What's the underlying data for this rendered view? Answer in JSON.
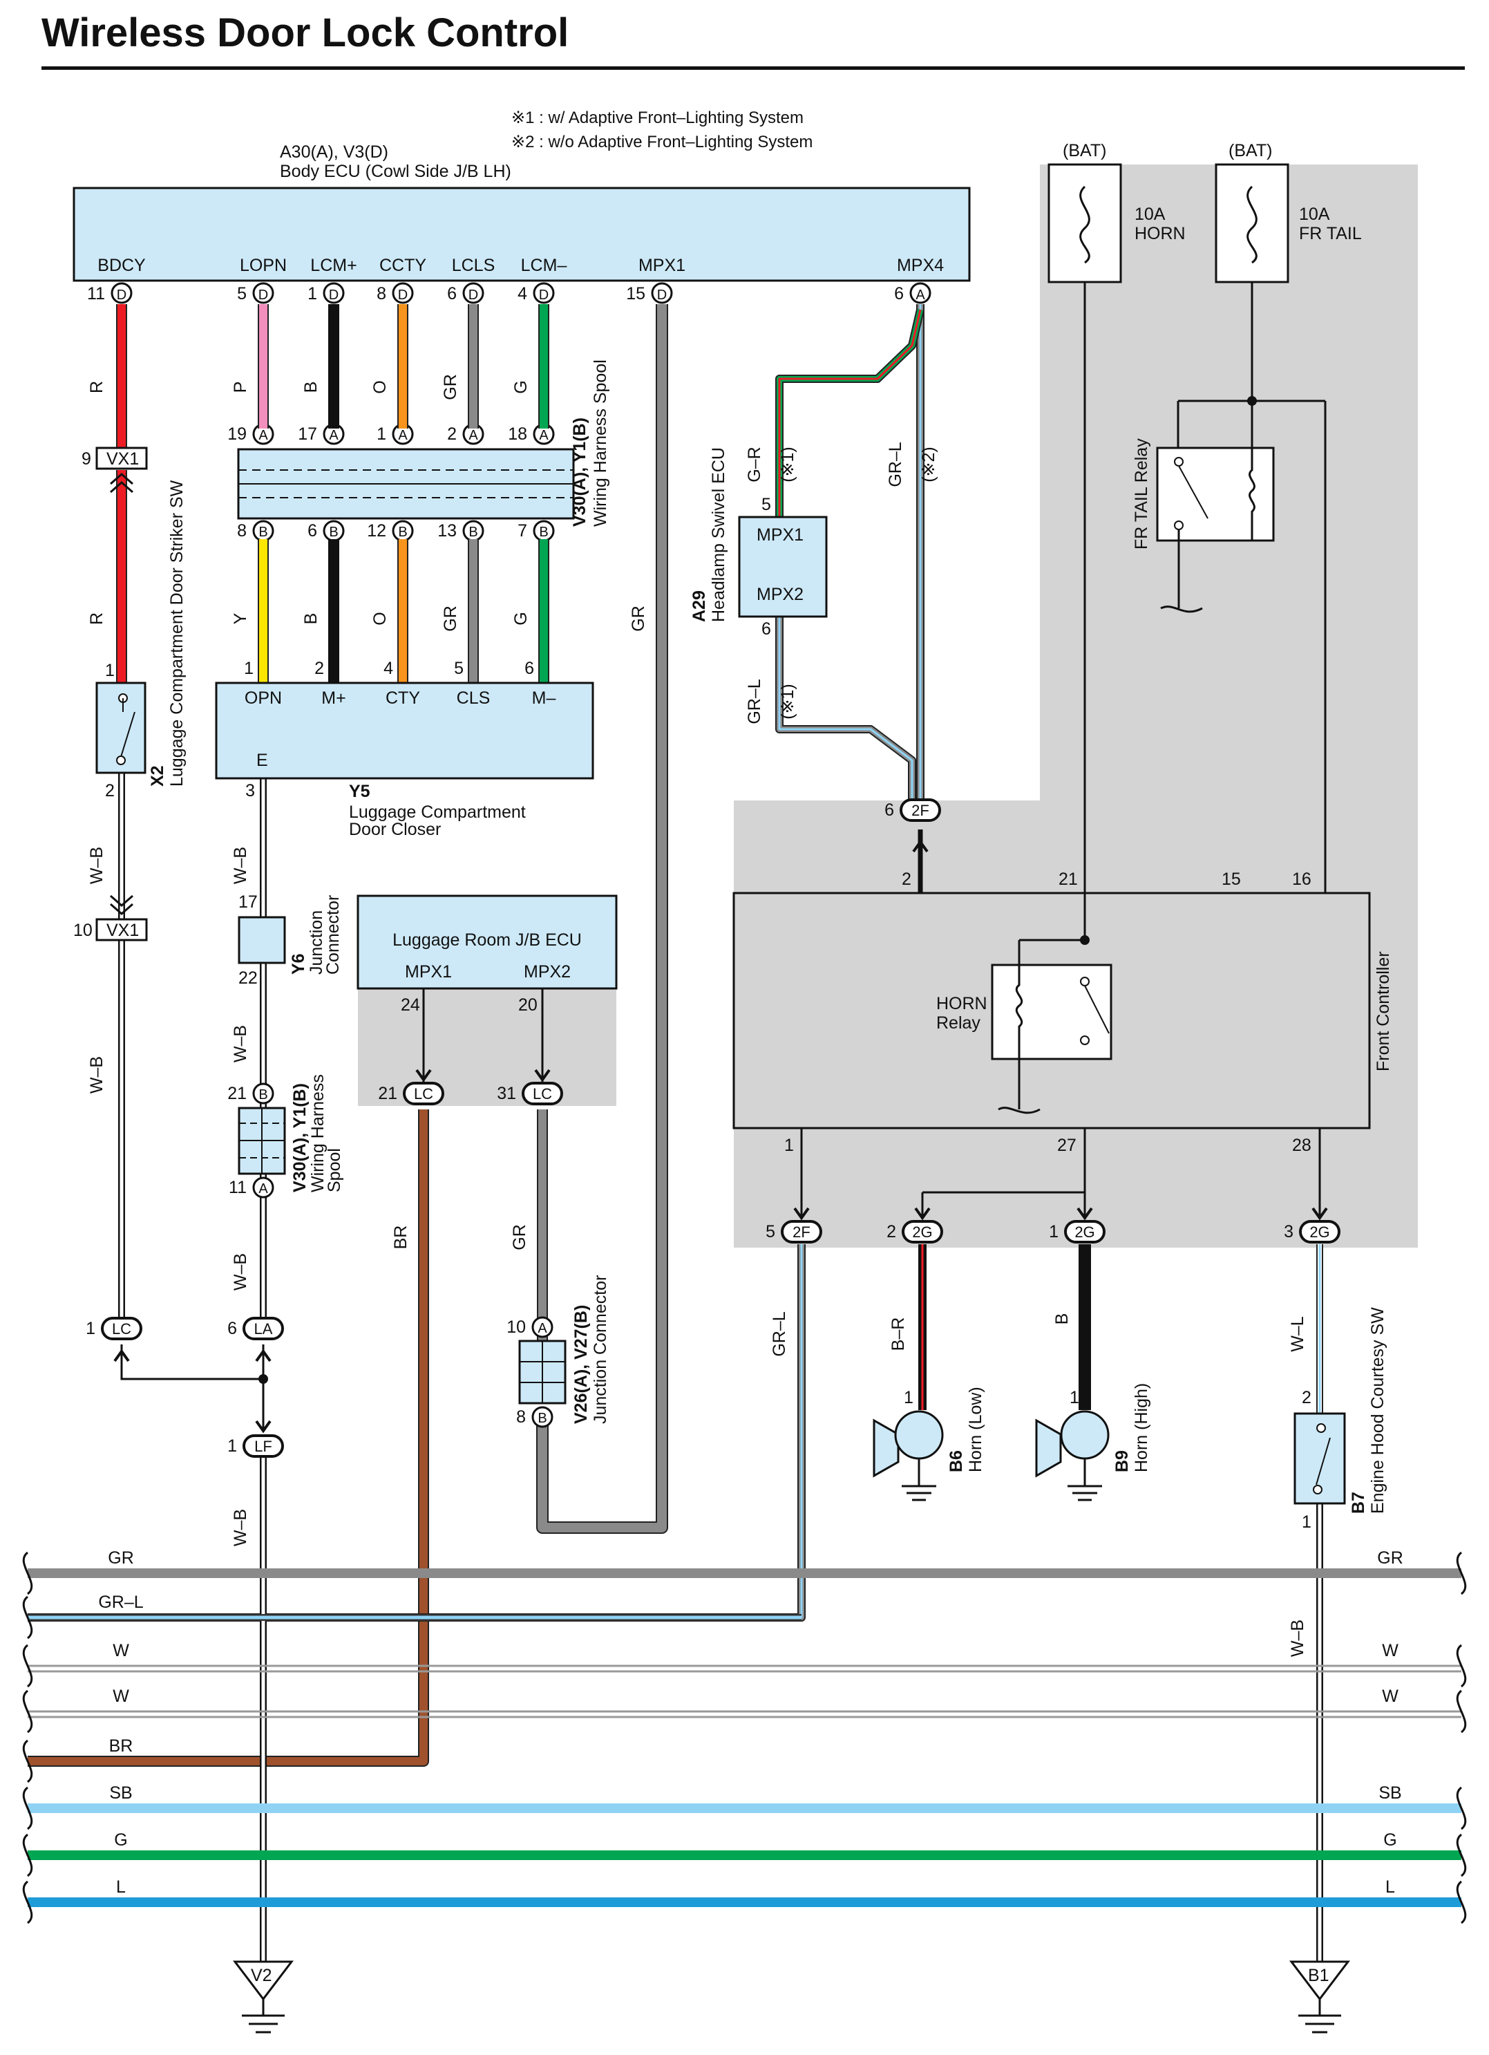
{
  "title": "Wireless Door Lock Control",
  "notes": [
    "※1 : w/ Adaptive Front–Lighting System",
    "※2 : w/o Adaptive Front–Lighting System"
  ],
  "components": {
    "body_ecu": {
      "code": "A30(A), V3(D)",
      "name": "Body ECU (Cowl Side J/B LH)",
      "pins": [
        {
          "label": "BDCY",
          "num": "11",
          "conn": "D"
        },
        {
          "label": "LOPN",
          "num": "5",
          "conn": "D"
        },
        {
          "label": "LCM+",
          "num": "1",
          "conn": "D"
        },
        {
          "label": "CCTY",
          "num": "8",
          "conn": "D"
        },
        {
          "label": "LCLS",
          "num": "6",
          "conn": "D"
        },
        {
          "label": "LCM–",
          "num": "4",
          "conn": "D"
        },
        {
          "label": "MPX1",
          "num": "15",
          "conn": "D"
        },
        {
          "label": "MPX4",
          "num": "6",
          "conn": "A"
        }
      ]
    },
    "spool_upper": {
      "code": "V30(A), Y1(B)",
      "name": "Wiring Harness Spool",
      "top_pins": [
        "19",
        "17",
        "1",
        "2",
        "18"
      ],
      "top_conn": "A",
      "bottom_pins": [
        "8",
        "6",
        "12",
        "13",
        "7"
      ],
      "bottom_conn": "B"
    },
    "closer": {
      "code": "Y5",
      "name1": "Luggage Compartment",
      "name2": "Door Closer",
      "pins": [
        {
          "label": "OPN",
          "num": "1"
        },
        {
          "label": "M+",
          "num": "2"
        },
        {
          "label": "CTY",
          "num": "4"
        },
        {
          "label": "CLS",
          "num": "5"
        },
        {
          "label": "M–",
          "num": "6"
        }
      ],
      "e_label": "E",
      "e_num": "3"
    },
    "striker_sw": {
      "code": "X2",
      "name": "Luggage Compartment Door Striker SW",
      "pin_top": "1",
      "pin_bottom": "2"
    },
    "vx1_top": {
      "num": "9",
      "label": "VX1"
    },
    "vx1_bottom": {
      "num": "10",
      "label": "VX1"
    },
    "junction_y6": {
      "code": "Y6",
      "name1": "Junction",
      "name2": "Connector",
      "pin_top": "17",
      "pin_bottom": "22"
    },
    "luggage_ecu": {
      "name": "Luggage Room J/B ECU",
      "pins": [
        {
          "label": "MPX1",
          "num": "24"
        },
        {
          "label": "MPX2",
          "num": "20"
        }
      ]
    },
    "lc_21": {
      "num": "21",
      "label": "LC"
    },
    "lc_31": {
      "num": "31",
      "label": "LC"
    },
    "spool_lower": {
      "code": "V30(A), Y1(B)",
      "name1": "Wiring Harness",
      "name2": "Spool",
      "pin_top": "21",
      "conn_top": "B",
      "pin_bottom": "11",
      "conn_bottom": "A"
    },
    "lc_1": {
      "num": "1",
      "label": "LC"
    },
    "la_6": {
      "num": "6",
      "label": "LA"
    },
    "lf_1": {
      "num": "1",
      "label": "LF"
    },
    "junction_v26": {
      "code": "V26(A), V27(B)",
      "name": "Junction Connector",
      "pin_top": "10",
      "conn_top": "A",
      "pin_bottom": "8",
      "conn_bottom": "B"
    },
    "headlamp_ecu": {
      "code": "A29",
      "name": "Headlamp Swivel ECU",
      "pin1": "MPX1",
      "pin2": "MPX2",
      "num1": "5",
      "num2": "6"
    },
    "front_controller": {
      "name": "Front Controller",
      "relay": [
        "HORN",
        "Relay"
      ],
      "pins": [
        "2",
        "21",
        "15",
        "16",
        "1",
        "27",
        "28"
      ]
    },
    "fuse_horn": {
      "supply": "(BAT)",
      "rating": "10A",
      "name": "HORN"
    },
    "fuse_tail": {
      "supply": "(BAT)",
      "rating": "10A",
      "name": "FR TAIL"
    },
    "tail_relay": {
      "name": "FR TAIL Relay"
    },
    "conn_2f_top": {
      "num": "6",
      "label": "2F"
    },
    "conn_2f_bottom": {
      "num": "5",
      "label": "2F"
    },
    "conn_2g_2": {
      "num": "2",
      "label": "2G"
    },
    "conn_2g_1": {
      "num": "1",
      "label": "2G"
    },
    "conn_2g_3": {
      "num": "3",
      "label": "2G"
    },
    "horn_low": {
      "code": "B6",
      "name": "Horn (Low)",
      "pin": "1"
    },
    "horn_high": {
      "code": "B9",
      "name": "Horn (High)",
      "pin": "1"
    },
    "hood_sw": {
      "code": "B7",
      "name": "Engine Hood Courtesy SW",
      "pin_top": "2",
      "pin_bottom": "1"
    },
    "ground_v2": {
      "label": "V2"
    },
    "ground_b1": {
      "label": "B1"
    }
  },
  "wire_colors": {
    "bdcy_top": "R",
    "bdcy_bottom": "R",
    "lopn": "P",
    "lcm_plus": "B",
    "ccty": "O",
    "lcls": "GR",
    "lcm_minus": "G",
    "opn": "Y",
    "mplus": "B",
    "cty": "O",
    "cls": "GR",
    "mminus": "G",
    "mpx1": "GR",
    "hl_top": "G–R",
    "hl_top_note": "(※1)",
    "mpx4": "GR–L",
    "mpx4_note": "(※2)",
    "hl_bottom": "GR–L",
    "hl_bottom_note": "(※1)",
    "x2_ground": "W–B",
    "vx1_ground": "W–B",
    "y5_ground": "W–B",
    "y6_ground": "W–B",
    "lower_spool_ground": "W–B",
    "lf_ground": "W–B",
    "lc21": "BR",
    "lc31": "GR",
    "fc1": "GR–L",
    "horn_low": "B–R",
    "horn_high": "B",
    "hood_sw": "W–L",
    "b1_ground": "W–B"
  },
  "buses": [
    {
      "left": "GR",
      "right": "GR",
      "color": "#8a8a8a"
    },
    {
      "left": "GR–L",
      "right": "",
      "color": "#8a8a8a"
    },
    {
      "left": "W",
      "right": "W",
      "color": "#b0b0b0"
    },
    {
      "left": "W",
      "right": "W",
      "color": "#b0b0b0"
    },
    {
      "left": "BR",
      "right": "",
      "color": "#a0522d"
    },
    {
      "left": "SB",
      "right": "SB",
      "color": "#8fd3f4"
    },
    {
      "left": "G",
      "right": "G",
      "color": "#00a651"
    },
    {
      "left": "L",
      "right": "L",
      "color": "#1e9cd7"
    }
  ],
  "colors": {
    "ecu_fill": "#cde9f7",
    "grey_panel": "#d4d4d4",
    "red": "#ed1c24",
    "pink": "#f38fbd",
    "orange": "#f7941d",
    "green": "#00a651",
    "yellow": "#ffe600",
    "grey_wire": "#8a8a8a",
    "brown": "#a0522d",
    "light_blue": "#8fd3f4",
    "blue": "#1e9cd7"
  }
}
